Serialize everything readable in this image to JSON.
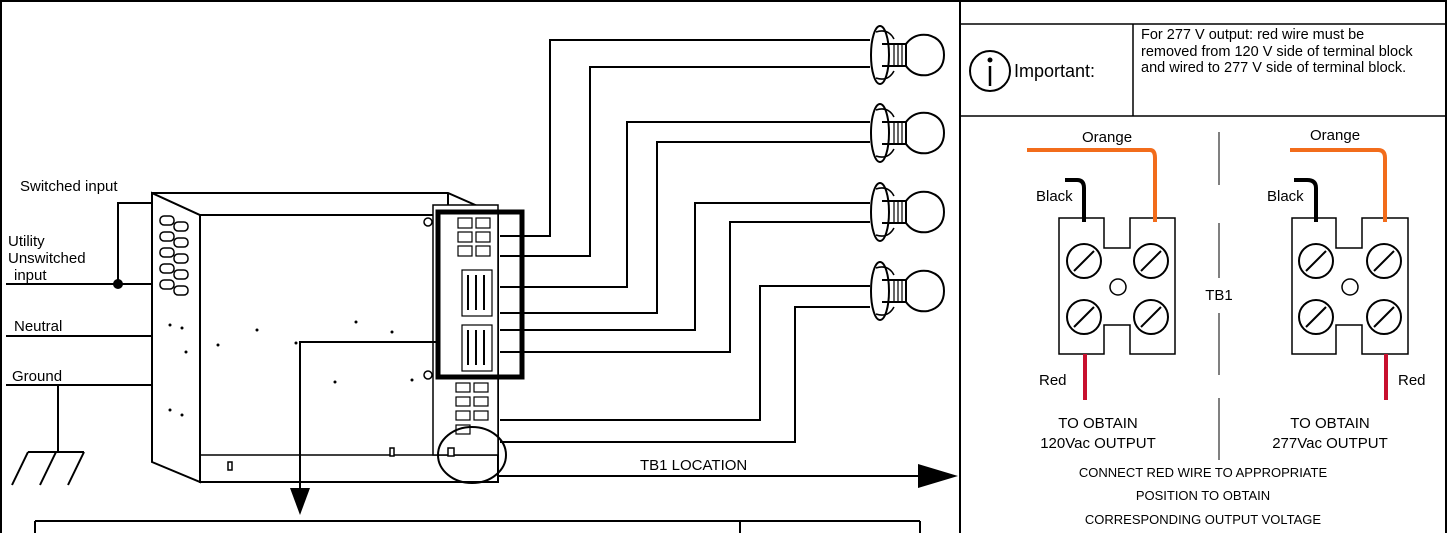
{
  "left_panel": {
    "switched_input": "Switched input",
    "utility": "Utility",
    "unswitched": "Unswitched",
    "input": "input",
    "neutral": "Neutral",
    "ground": "Ground",
    "tb1_location": "TB1 LOCATION"
  },
  "right_panel": {
    "important_label": "Important:",
    "important_icon": "info-icon",
    "important_text": "For 277 V output: red wire must be removed from 120 V side of terminal block and wired to 277 V side of terminal block.",
    "tb1": "TB1",
    "left_block": {
      "orange": "Orange",
      "black": "Black",
      "red": "Red",
      "caption_line1": "TO OBTAIN",
      "caption_line2": "120Vac OUTPUT"
    },
    "right_block": {
      "orange": "Orange",
      "black": "Black",
      "red": "Red",
      "caption_line1": "TO OBTAIN",
      "caption_line2": "277Vac OUTPUT"
    },
    "footer_line1": "CONNECT RED WIRE TO APPROPRIATE",
    "footer_line2": "POSITION TO OBTAIN",
    "footer_line3": "CORRESPONDING OUTPUT VOLTAGE"
  },
  "colors": {
    "orange_wire": "#f26c1b",
    "red_wire": "#c8102e",
    "black_wire": "#000000"
  }
}
